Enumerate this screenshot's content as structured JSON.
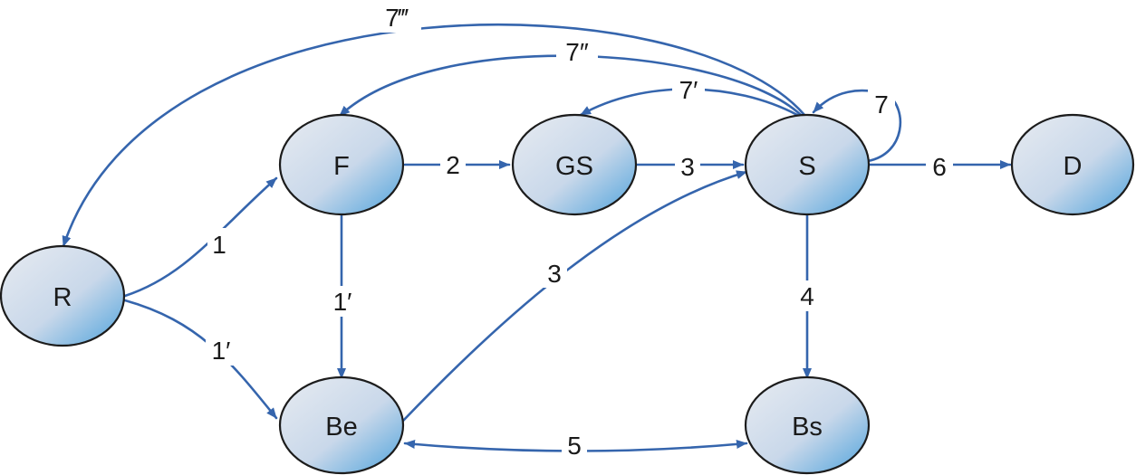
{
  "colors": {
    "edge": "#3565ad",
    "node_gradient_light": "#e7ebf1",
    "node_gradient_mid": "#c9d8ea",
    "node_gradient_dark": "#4fa3dc",
    "node_outline": "#1c1c1c",
    "text": "#1a1a1a"
  },
  "nodes": [
    {
      "id": "R",
      "label": "R"
    },
    {
      "id": "F",
      "label": "F"
    },
    {
      "id": "GS",
      "label": "GS"
    },
    {
      "id": "S",
      "label": "S"
    },
    {
      "id": "D",
      "label": "D"
    },
    {
      "id": "Be",
      "label": "Be"
    },
    {
      "id": "Bs",
      "label": "Bs"
    }
  ],
  "edges": [
    {
      "from": "R",
      "to": "F",
      "label": "1"
    },
    {
      "from": "R",
      "to": "Be",
      "label": "1′"
    },
    {
      "from": "F",
      "to": "Be",
      "label": "1′"
    },
    {
      "from": "F",
      "to": "GS",
      "label": "2"
    },
    {
      "from": "GS",
      "to": "S",
      "label": "3"
    },
    {
      "from": "Be",
      "to": "S",
      "label": "3"
    },
    {
      "from": "S",
      "to": "Bs",
      "label": "4"
    },
    {
      "from": "Be",
      "to": "Bs",
      "label": "5",
      "bidirectional": true
    },
    {
      "from": "S",
      "to": "D",
      "label": "6"
    },
    {
      "from": "S",
      "to": "S",
      "label": "7"
    },
    {
      "from": "S",
      "to": "GS",
      "label": "7′"
    },
    {
      "from": "S",
      "to": "F",
      "label": "7″"
    },
    {
      "from": "S",
      "to": "R",
      "label": "7‴"
    }
  ]
}
